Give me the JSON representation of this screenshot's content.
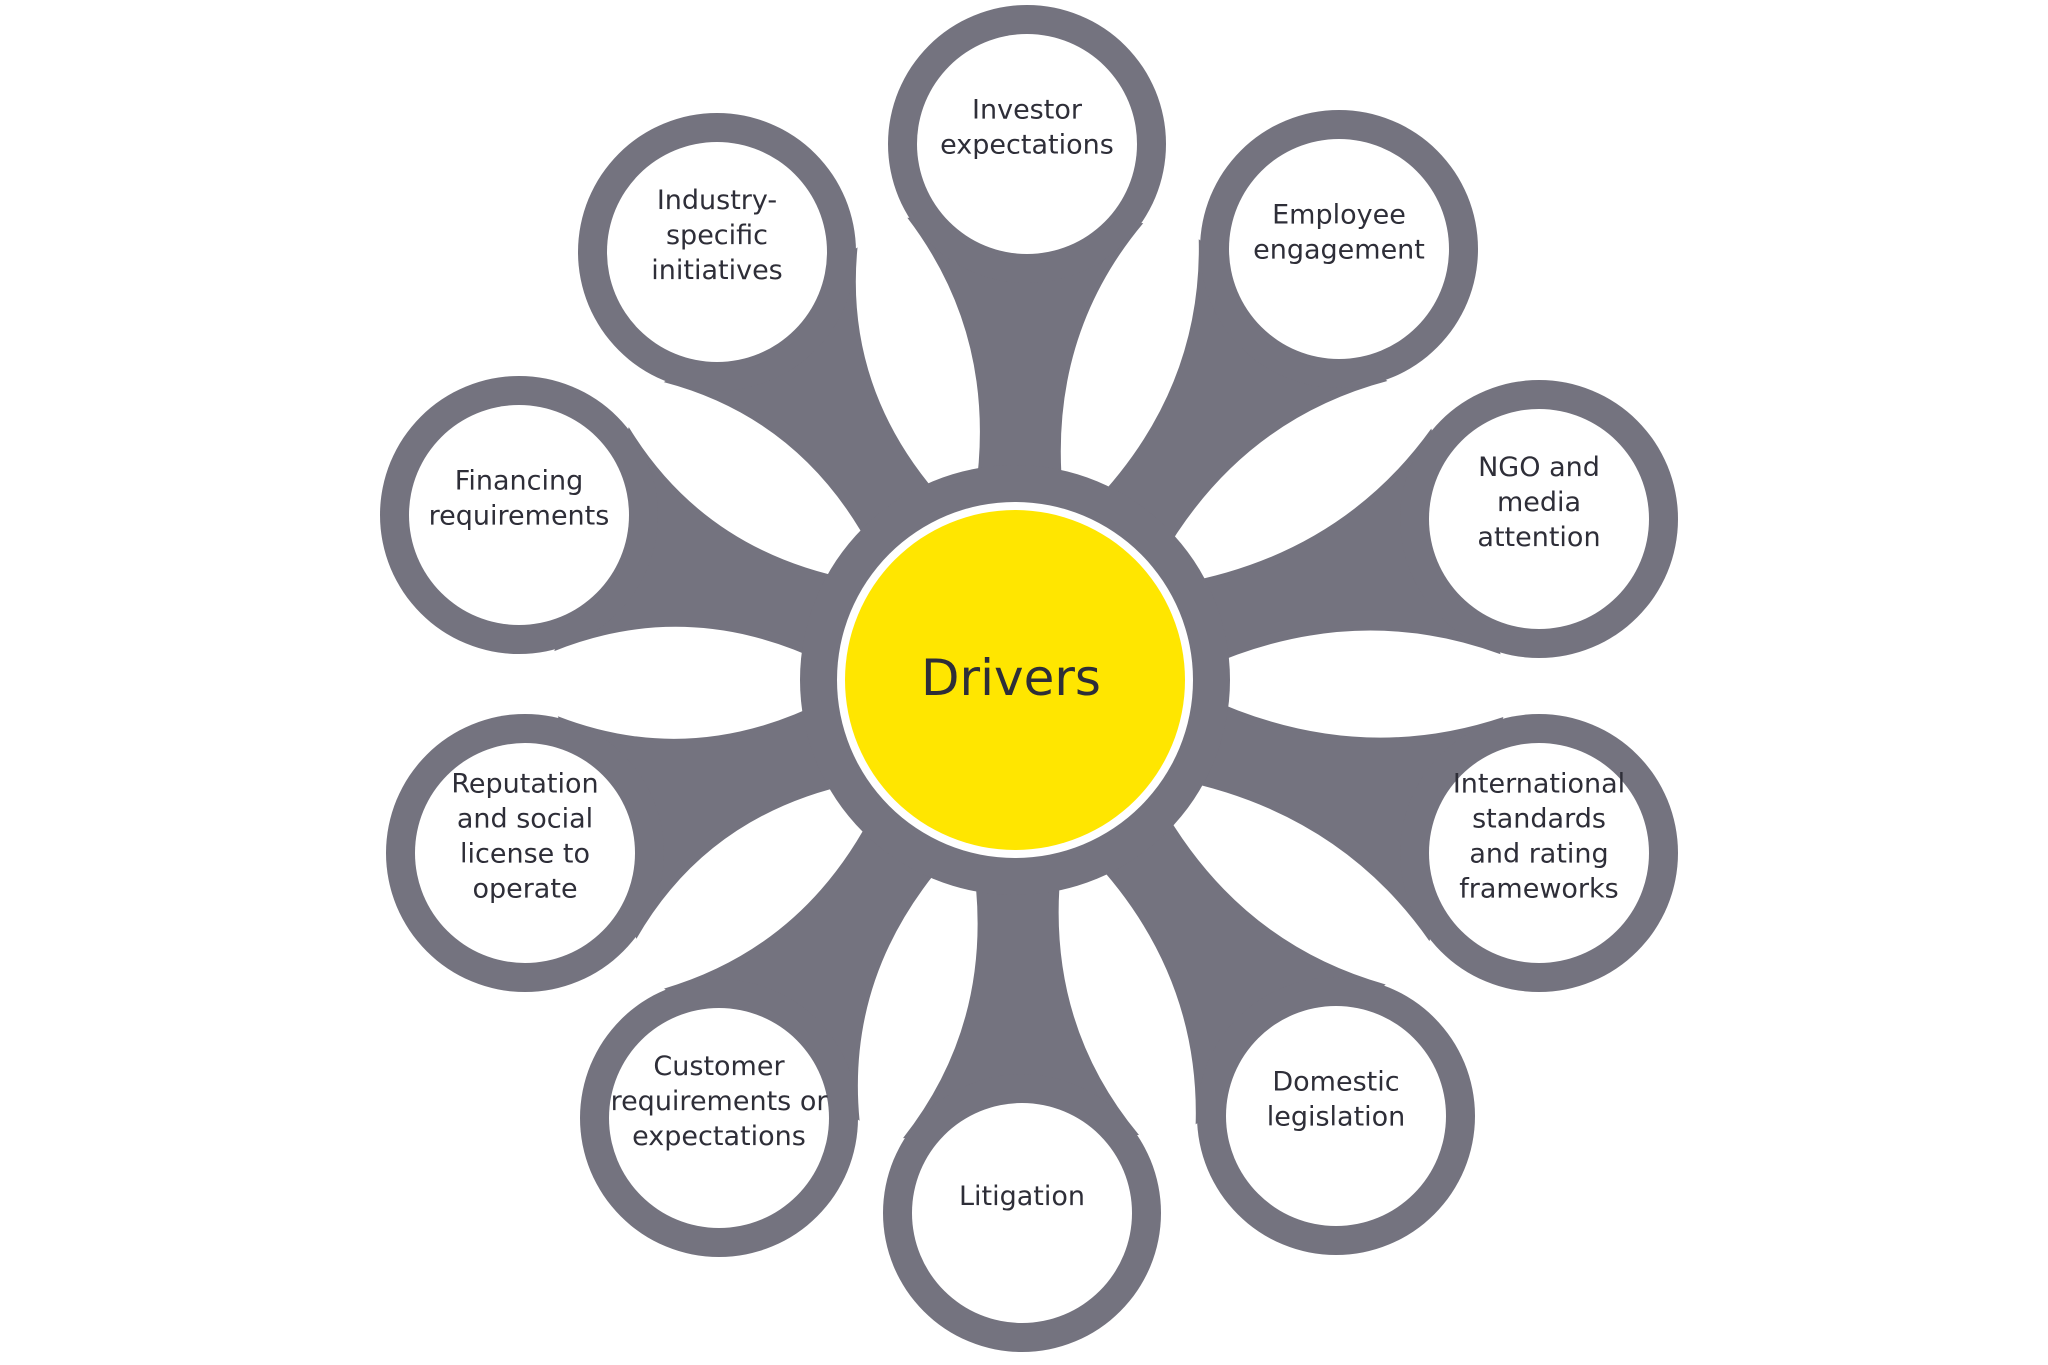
{
  "diagram": {
    "type": "hub-and-spoke",
    "hub": {
      "label": "Drivers"
    },
    "colors": {
      "spoke_gray": "#74737f",
      "hub_yellow": "#ffe600",
      "node_fill": "#ffffff",
      "text": "#2e2e38"
    },
    "nodes": [
      {
        "id": "investor-expectations",
        "lines": [
          "Investor",
          "expectations"
        ]
      },
      {
        "id": "employee-engagement",
        "lines": [
          "Employee",
          "engagement"
        ]
      },
      {
        "id": "ngo-media-attention",
        "lines": [
          "NGO and",
          "media",
          "attention"
        ]
      },
      {
        "id": "international-standards",
        "lines": [
          "International",
          "standards",
          "and rating",
          "frameworks"
        ]
      },
      {
        "id": "domestic-legislation",
        "lines": [
          "Domestic",
          "legislation"
        ]
      },
      {
        "id": "litigation",
        "lines": [
          "Litigation"
        ]
      },
      {
        "id": "customer-requirements",
        "lines": [
          "Customer",
          "requirements or",
          "expectations"
        ]
      },
      {
        "id": "reputation-social-license",
        "lines": [
          "Reputation",
          "and social",
          "license to",
          "operate"
        ]
      },
      {
        "id": "financing-requirements",
        "lines": [
          "Financing",
          "requirements"
        ]
      },
      {
        "id": "industry-specific-initiatives",
        "lines": [
          "Industry-",
          "specific",
          "initiatives"
        ]
      }
    ]
  }
}
